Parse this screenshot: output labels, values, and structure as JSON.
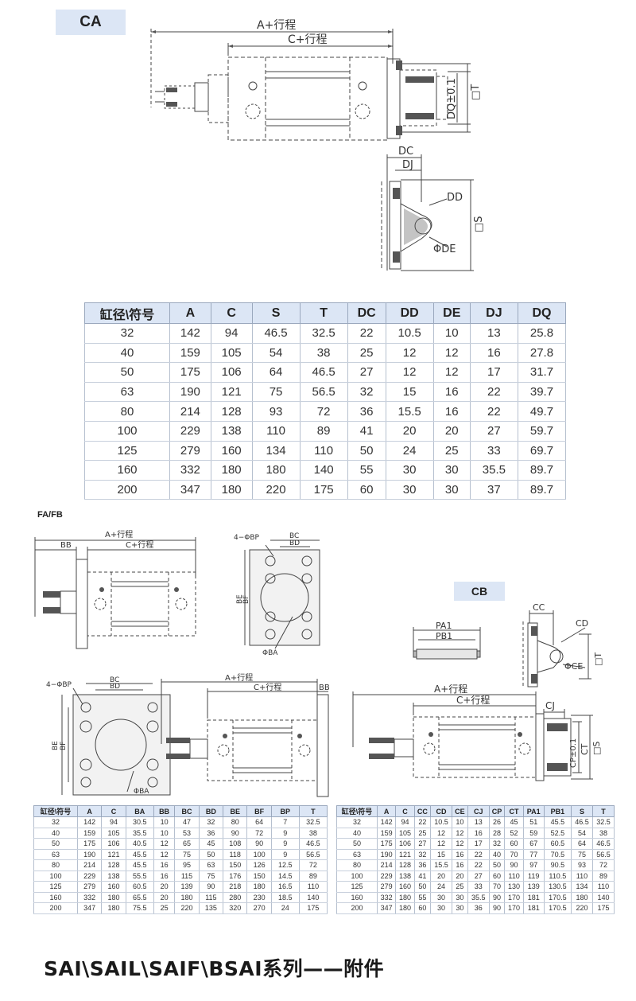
{
  "sections": {
    "ca": "CA",
    "fafb": "FA/FB",
    "cb": "CB"
  },
  "drawings": {
    "ca_main": {
      "a_stroke": "A+行程",
      "c_stroke": "C+行程",
      "dq": "DQ±0.1",
      "t": "□T"
    },
    "ca_detail": {
      "dc": "DC",
      "dj": "DJ",
      "dd": "DD",
      "de": "ΦDE",
      "s": "□S"
    },
    "fa_side": {
      "a_stroke": "A+行程",
      "c_stroke": "C+行程",
      "bb": "BB"
    },
    "fa_front": {
      "bp": "4−ΦBP",
      "bc": "BC",
      "bd": "BD",
      "be": "BE",
      "bf": "BF",
      "ba": "ΦBA"
    },
    "fb_front": {
      "bp": "4−ΦBP",
      "bc": "BC",
      "bd": "BD",
      "be": "BE",
      "bf": "BF",
      "ba": "ΦBA"
    },
    "fb_side": {
      "a_stroke": "A+行程",
      "c_stroke": "C+行程",
      "bb": "BB"
    },
    "cb_pin": {
      "pa1": "PA1",
      "pb1": "PB1"
    },
    "cb_clevis": {
      "cc": "CC",
      "cd": "CD",
      "ce": "ΦCE",
      "t": "□T"
    },
    "cb_main": {
      "a_stroke": "A+行程",
      "c_stroke": "C+行程",
      "cj": "CJ",
      "cp": "CP±0.1",
      "ct": "CT",
      "s": "□S"
    }
  },
  "table_ca": {
    "headers": [
      "缸径\\符号",
      "A",
      "C",
      "S",
      "T",
      "DC",
      "DD",
      "DE",
      "DJ",
      "DQ"
    ],
    "rows": [
      [
        "32",
        "142",
        "94",
        "46.5",
        "32.5",
        "22",
        "10.5",
        "10",
        "13",
        "25.8"
      ],
      [
        "40",
        "159",
        "105",
        "54",
        "38",
        "25",
        "12",
        "12",
        "16",
        "27.8"
      ],
      [
        "50",
        "175",
        "106",
        "64",
        "46.5",
        "27",
        "12",
        "12",
        "17",
        "31.7"
      ],
      [
        "63",
        "190",
        "121",
        "75",
        "56.5",
        "32",
        "15",
        "16",
        "22",
        "39.7"
      ],
      [
        "80",
        "214",
        "128",
        "93",
        "72",
        "36",
        "15.5",
        "16",
        "22",
        "49.7"
      ],
      [
        "100",
        "229",
        "138",
        "110",
        "89",
        "41",
        "20",
        "20",
        "27",
        "59.7"
      ],
      [
        "125",
        "279",
        "160",
        "134",
        "110",
        "50",
        "24",
        "25",
        "33",
        "69.7"
      ],
      [
        "160",
        "332",
        "180",
        "180",
        "140",
        "55",
        "30",
        "30",
        "35.5",
        "89.7"
      ],
      [
        "200",
        "347",
        "180",
        "220",
        "175",
        "60",
        "30",
        "30",
        "37",
        "89.7"
      ]
    ]
  },
  "table_fafb": {
    "headers": [
      "缸径\\符号",
      "A",
      "C",
      "BA",
      "BB",
      "BC",
      "BD",
      "BE",
      "BF",
      "BP",
      "T"
    ],
    "rows": [
      [
        "32",
        "142",
        "94",
        "30.5",
        "10",
        "47",
        "32",
        "80",
        "64",
        "7",
        "32.5"
      ],
      [
        "40",
        "159",
        "105",
        "35.5",
        "10",
        "53",
        "36",
        "90",
        "72",
        "9",
        "38"
      ],
      [
        "50",
        "175",
        "106",
        "40.5",
        "12",
        "65",
        "45",
        "108",
        "90",
        "9",
        "46.5"
      ],
      [
        "63",
        "190",
        "121",
        "45.5",
        "12",
        "75",
        "50",
        "118",
        "100",
        "9",
        "56.5"
      ],
      [
        "80",
        "214",
        "128",
        "45.5",
        "16",
        "95",
        "63",
        "150",
        "126",
        "12.5",
        "72"
      ],
      [
        "100",
        "229",
        "138",
        "55.5",
        "16",
        "115",
        "75",
        "176",
        "150",
        "14.5",
        "89"
      ],
      [
        "125",
        "279",
        "160",
        "60.5",
        "20",
        "139",
        "90",
        "218",
        "180",
        "16.5",
        "110"
      ],
      [
        "160",
        "332",
        "180",
        "65.5",
        "20",
        "180",
        "115",
        "280",
        "230",
        "18.5",
        "140"
      ],
      [
        "200",
        "347",
        "180",
        "75.5",
        "25",
        "220",
        "135",
        "320",
        "270",
        "24",
        "175"
      ]
    ]
  },
  "table_cb": {
    "headers": [
      "缸径\\符号",
      "A",
      "C",
      "CC",
      "CD",
      "CE",
      "CJ",
      "CP",
      "CT",
      "PA1",
      "PB1",
      "S",
      "T"
    ],
    "rows": [
      [
        "32",
        "142",
        "94",
        "22",
        "10.5",
        "10",
        "13",
        "26",
        "45",
        "51",
        "45.5",
        "46.5",
        "32.5"
      ],
      [
        "40",
        "159",
        "105",
        "25",
        "12",
        "12",
        "16",
        "28",
        "52",
        "59",
        "52.5",
        "54",
        "38"
      ],
      [
        "50",
        "175",
        "106",
        "27",
        "12",
        "12",
        "17",
        "32",
        "60",
        "67",
        "60.5",
        "64",
        "46.5"
      ],
      [
        "63",
        "190",
        "121",
        "32",
        "15",
        "16",
        "22",
        "40",
        "70",
        "77",
        "70.5",
        "75",
        "56.5"
      ],
      [
        "80",
        "214",
        "128",
        "36",
        "15.5",
        "16",
        "22",
        "50",
        "90",
        "97",
        "90.5",
        "93",
        "72"
      ],
      [
        "100",
        "229",
        "138",
        "41",
        "20",
        "20",
        "27",
        "60",
        "110",
        "119",
        "110.5",
        "110",
        "89"
      ],
      [
        "125",
        "279",
        "160",
        "50",
        "24",
        "25",
        "33",
        "70",
        "130",
        "139",
        "130.5",
        "134",
        "110"
      ],
      [
        "160",
        "332",
        "180",
        "55",
        "30",
        "30",
        "35.5",
        "90",
        "170",
        "181",
        "170.5",
        "180",
        "140"
      ],
      [
        "200",
        "347",
        "180",
        "60",
        "30",
        "30",
        "36",
        "90",
        "170",
        "181",
        "170.5",
        "220",
        "175"
      ]
    ]
  },
  "footer": {
    "title": "SAI\\SAIL\\SAIF\\BSAI系列——附件"
  }
}
